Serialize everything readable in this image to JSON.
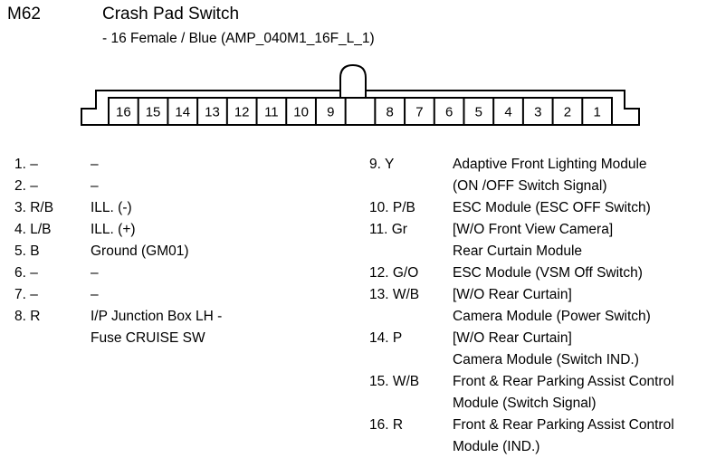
{
  "header": {
    "code": "M62",
    "title": "Crash Pad Switch",
    "subtitle": "- 16 Female / Blue (AMP_040M1_16F_L_1)"
  },
  "connector": {
    "type": "16-way female connector face view",
    "cells": [
      "16",
      "15",
      "14",
      "13",
      "12",
      "11",
      "10",
      "9",
      "",
      "8",
      "7",
      "6",
      "5",
      "4",
      "3",
      "2",
      "1"
    ],
    "gap_cell_index": 8,
    "latch": "top-center-arch",
    "line_color": "#000000",
    "fill_color": "#ffffff"
  },
  "pins_left": [
    {
      "id": "1. –",
      "desc": "–"
    },
    {
      "id": "2. –",
      "desc": "–"
    },
    {
      "id": "3. R/B",
      "desc": "ILL. (-)"
    },
    {
      "id": "4. L/B",
      "desc": "ILL. (+)"
    },
    {
      "id": "5. B",
      "desc": "Ground (GM01)"
    },
    {
      "id": "6. –",
      "desc": "–"
    },
    {
      "id": "7. –",
      "desc": "–"
    },
    {
      "id": "8. R",
      "desc": "I/P Junction Box LH -\nFuse CRUISE SW"
    }
  ],
  "pins_right": [
    {
      "id": "9. Y",
      "desc": "Adaptive Front Lighting Module\n(ON /OFF Switch Signal)"
    },
    {
      "id": "10. P/B",
      "desc": "ESC Module (ESC OFF Switch)"
    },
    {
      "id": "11. Gr",
      "desc": "[W/O Front View Camera]\nRear Curtain Module"
    },
    {
      "id": "12. G/O",
      "desc": "ESC Module (VSM Off Switch)"
    },
    {
      "id": "13. W/B",
      "desc": "[W/O Rear Curtain]\nCamera Module (Power Switch)"
    },
    {
      "id": "14. P",
      "desc": "[W/O Rear Curtain]\nCamera Module (Switch IND.)"
    },
    {
      "id": "15. W/B",
      "desc": "Front & Rear Parking Assist Control\nModule (Switch Signal)"
    },
    {
      "id": "16. R",
      "desc": "Front & Rear Parking Assist Control\nModule (IND.)"
    }
  ]
}
